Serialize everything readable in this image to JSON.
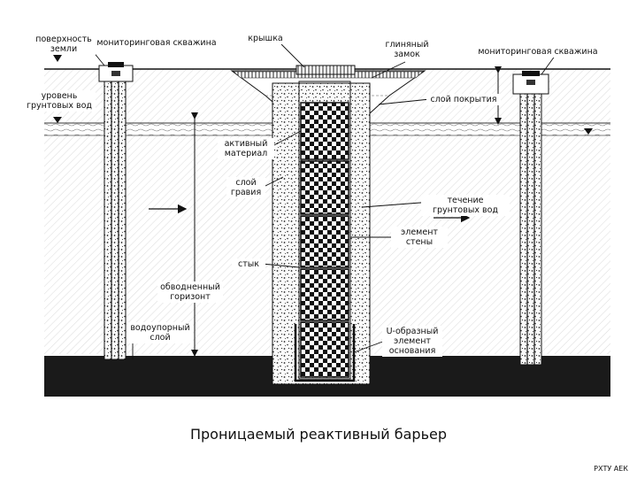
{
  "diagram": {
    "labels": {
      "ground_surface": "поверхность земли",
      "monitoring_well_left": "мониторинговая скважина",
      "cover": "крышка",
      "clay_seal": "глиняный замок",
      "monitoring_well_right": "мониторинговая скважина",
      "groundwater_level": "уровень грунтовых вод",
      "cover_layer": "слой покрытия",
      "active_material": "активный материал",
      "gravel_layer": "слой гравия",
      "groundwater_flow": "течение грунтовых вод",
      "wall_element": "элемент стены",
      "joint": "стык",
      "aquifer": "обводненный горизонт",
      "aquitard": "водоупорный слой",
      "u_base_element": "U-образный элемент основания"
    },
    "caption": "Проницаемый реактивный барьер",
    "footer": "РХТУ АЕК"
  }
}
